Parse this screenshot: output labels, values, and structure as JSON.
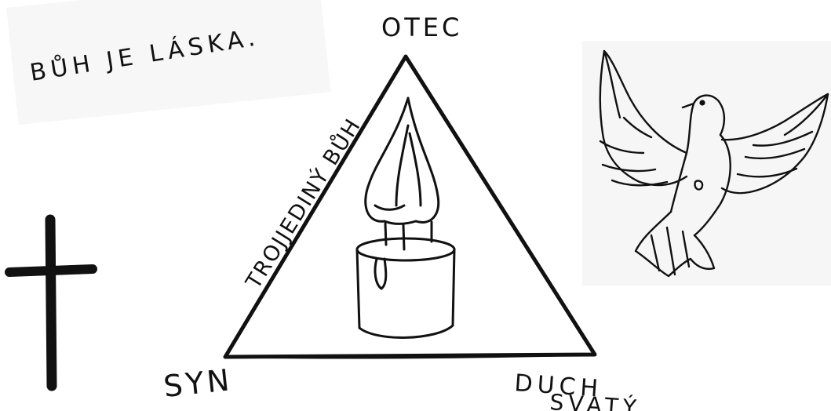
{
  "note": {
    "text": "BŮH JE LÁSKA."
  },
  "labels": {
    "top": "OTEC",
    "left": "SYN",
    "right_line1": "DUCH",
    "right_line2": "SVATÝ",
    "side": "TROJJEDINÝ BŮH"
  },
  "colors": {
    "ink": "#111111",
    "paper": "#f7f7f7"
  },
  "icons": [
    "cross-icon",
    "triangle-shape",
    "candle-icon",
    "dove-icon"
  ]
}
